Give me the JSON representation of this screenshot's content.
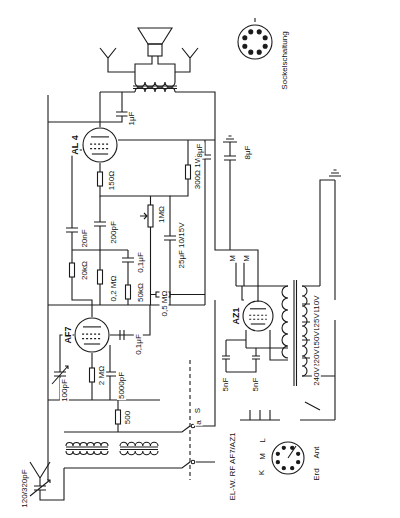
{
  "diagram": {
    "nodes": [
      {
        "text": [
          "AL 4"
        ]
      },
      {
        "text": [
          "AF7"
        ]
      },
      {
        "text": [
          "AZ1"
        ]
      }
    ],
    "labels": [
      "150Ω",
      "1μF",
      "1MΩ",
      "20nF",
      "200pF",
      "20kΩ",
      "0,2 MΩ",
      "0,1μF",
      "50kΩ",
      "25μF 10/15V",
      "300Ω 1W",
      "8μF",
      "0,5 MΩ",
      "8μF",
      "100pF",
      "2 MΩ",
      "0,1μF",
      "5000pF",
      "500",
      "120/320pF",
      "S",
      "a",
      "M",
      "M",
      "5nF",
      "5nF",
      "110V",
      "125V",
      "150V",
      "220V",
      "240V",
      "Sockelschaltung",
      "Ant",
      "Erd",
      "L",
      "M",
      "K",
      "EL-W. RF AF7/AZ1"
    ]
  }
}
